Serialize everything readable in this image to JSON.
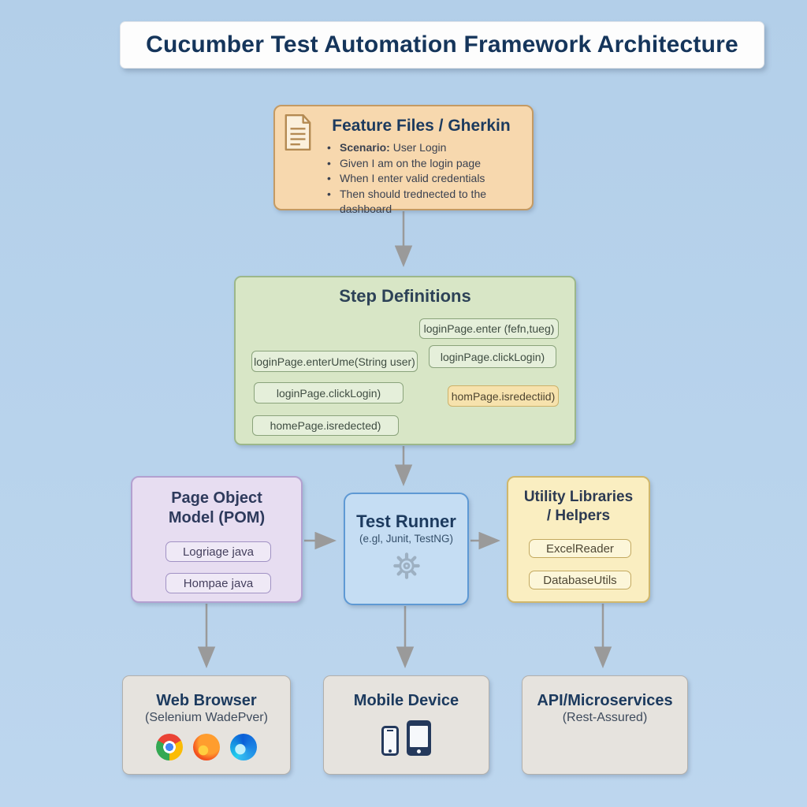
{
  "title": "Cucumber Test Automation Framework Architecture",
  "colors": {
    "background": "#b8d3ec",
    "arrow": "#9a9a9a",
    "title_text": "#15355b",
    "feature_bg": "#f7d8ae",
    "feature_border": "#c49a63",
    "step_bg": "#d8e6c6",
    "step_border": "#9cb78a",
    "pom_bg": "#e7ddf1",
    "pom_border": "#b3a0d0",
    "runner_bg": "#c5ddf3",
    "runner_border": "#5e99d4",
    "utility_bg": "#faeec1",
    "utility_border": "#d0b76c",
    "target_bg": "#e6e3de",
    "target_border": "#b2b0ac",
    "highlight_bg": "#f6e2ad",
    "highlight_border": "#cdb26a"
  },
  "feature_files": {
    "title": "Feature Files / Gherkin",
    "icon": "document-icon",
    "bullets": [
      {
        "prefix": "Scenario:",
        "rest": " User Login"
      },
      {
        "prefix": "",
        "rest": "Given I am on the login page"
      },
      {
        "prefix": "",
        "rest": "When I enter valid credentials"
      },
      {
        "prefix": "",
        "rest": "Then should trednected to the dashboard"
      }
    ]
  },
  "step_definitions": {
    "title": "Step Definitions",
    "left_items": [
      "loginPage.enterUme(String user)",
      "loginPage.clickLogin)",
      "homePage.isredected)"
    ],
    "right_items": [
      "loginPage.enter (fefn,tueg)",
      "loginPage.clickLogin)",
      "homPage.isredectiid)"
    ]
  },
  "pom": {
    "title_line1": "Page Object",
    "title_line2": "Model (POM)",
    "items": [
      "Logriage java",
      "Hompae java"
    ]
  },
  "test_runner": {
    "title": "Test Runner",
    "subtitle": "(e.gl, Junit, TestNG)",
    "icon": "gear-icon"
  },
  "utilities": {
    "title_line1": "Utility Libraries",
    "title_line2": "/ Helpers",
    "items": [
      "ExcelReader",
      "DatabaseUtils"
    ]
  },
  "targets": {
    "web_browser": {
      "title": "Web Browser",
      "subtitle": "(Selenium WadePver)",
      "icons": [
        "chrome-icon",
        "firefox-icon",
        "edge-icon"
      ]
    },
    "mobile": {
      "title": "Mobile Device",
      "icons": [
        "phone-small-icon",
        "phone-large-icon"
      ]
    },
    "api": {
      "title": "API/Microservices",
      "subtitle": "(Rest-Assured)"
    }
  }
}
